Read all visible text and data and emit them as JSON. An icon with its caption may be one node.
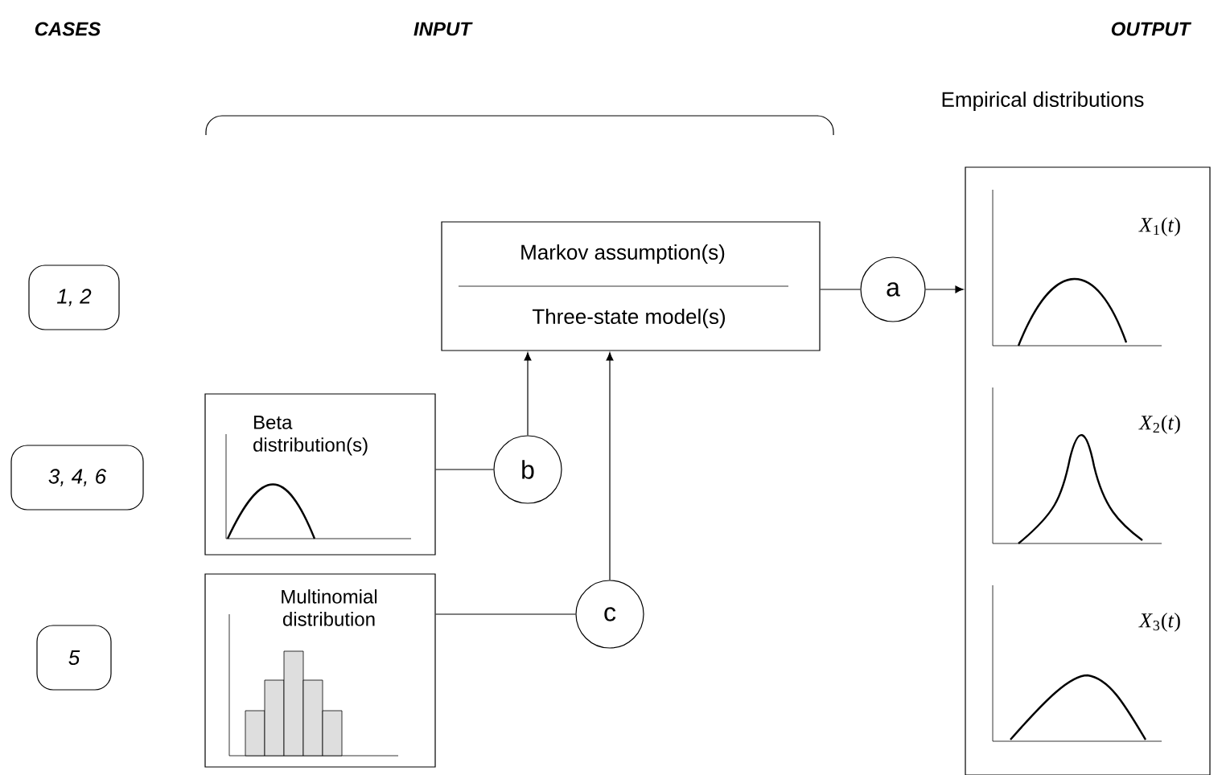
{
  "diagram": {
    "nodes": [
      {
        "text": [
          "1, 2"
        ]
      },
      {
        "text": [
          "3, 4, 6"
        ]
      },
      {
        "text": [
          "5"
        ]
      },
      {
        "text": [
          "Markov assumption(s)",
          "Three-state model(s)"
        ]
      },
      {
        "text": [
          "Beta distribution(s)"
        ]
      },
      {
        "text": [
          "Multinomial distribution"
        ]
      },
      {
        "text": [
          "a"
        ]
      },
      {
        "text": [
          "b"
        ]
      },
      {
        "text": [
          "c"
        ]
      },
      {
        "text": [
          "Empirical distributions",
          "*X*$_{1}$(*t*)",
          "*X*$_{2}$(*t*)",
          "*X*$_{3}$(*t*)"
        ]
      }
    ],
    "edges": [
      {
        "from": 3,
        "to": 6,
        "arrow": "none"
      },
      {
        "from": 6,
        "to": 9,
        "arrow": "to"
      },
      {
        "from": 4,
        "to": 7,
        "arrow": "none"
      },
      {
        "from": 7,
        "to": 3,
        "arrow": "to"
      },
      {
        "from": 5,
        "to": 8,
        "arrow": "none"
      },
      {
        "from": 8,
        "to": 3,
        "arrow": "to"
      }
    ],
    "labels": [
      "CASES",
      "INPUT",
      "OUTPUT"
    ]
  }
}
